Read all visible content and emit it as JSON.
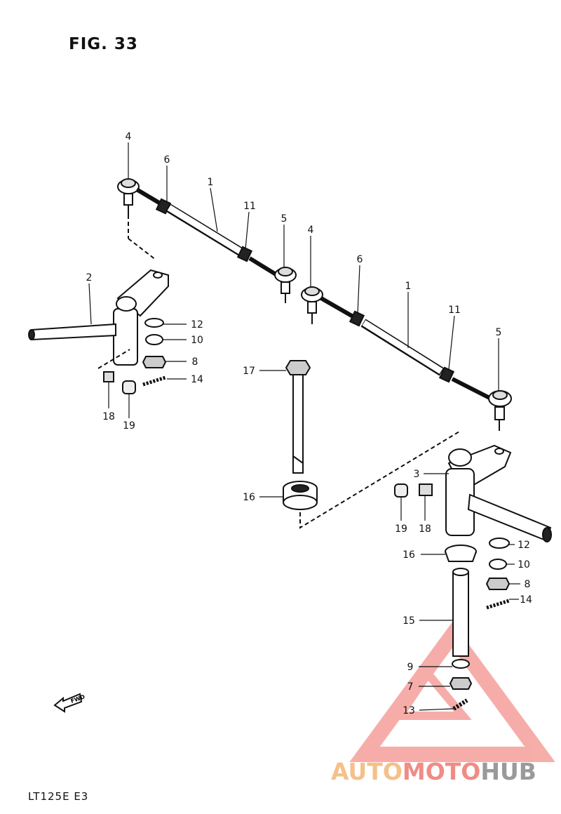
{
  "figure": {
    "title": "FIG. 33",
    "model": "LT125E  E3"
  },
  "callouts": [
    "1",
    "1",
    "2",
    "3",
    "4",
    "4",
    "5",
    "5",
    "6",
    "6",
    "7",
    "8",
    "8",
    "9",
    "10",
    "10",
    "11",
    "11",
    "12",
    "12",
    "13",
    "14",
    "14",
    "15",
    "16",
    "16",
    "17",
    "18",
    "18",
    "19",
    "19"
  ],
  "direction_arrow": {
    "label": "FWD"
  },
  "watermark": {
    "part1": "AUTO",
    "part2": "MOTO",
    "part3": "HUB"
  },
  "colors": {
    "ink": "#111111",
    "watermark_orange": "#f5c08a",
    "watermark_red": "#f08c86",
    "watermark_gray": "#9a9a9a"
  }
}
